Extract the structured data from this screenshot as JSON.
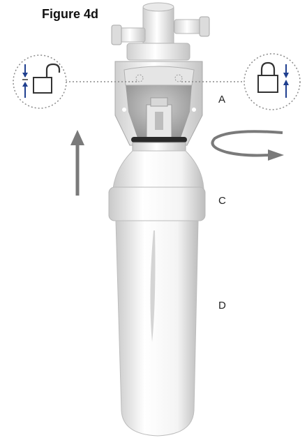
{
  "figure": {
    "title": "Figure 4d",
    "labels": {
      "a": "A",
      "c": "C",
      "d": "D"
    }
  },
  "icons": {
    "left_callout": "unlocked-padlock-icon",
    "right_callout": "locked-padlock-icon",
    "push_arrow": "up-arrow-icon",
    "rotate_arrow": "clockwise-rotate-arrow-icon"
  },
  "colors": {
    "arrow_gray": "#7a7a7a",
    "indicator_blue": "#1f3f8f",
    "body_white": "#f2f2f2",
    "outline": "#9a9a9a"
  }
}
